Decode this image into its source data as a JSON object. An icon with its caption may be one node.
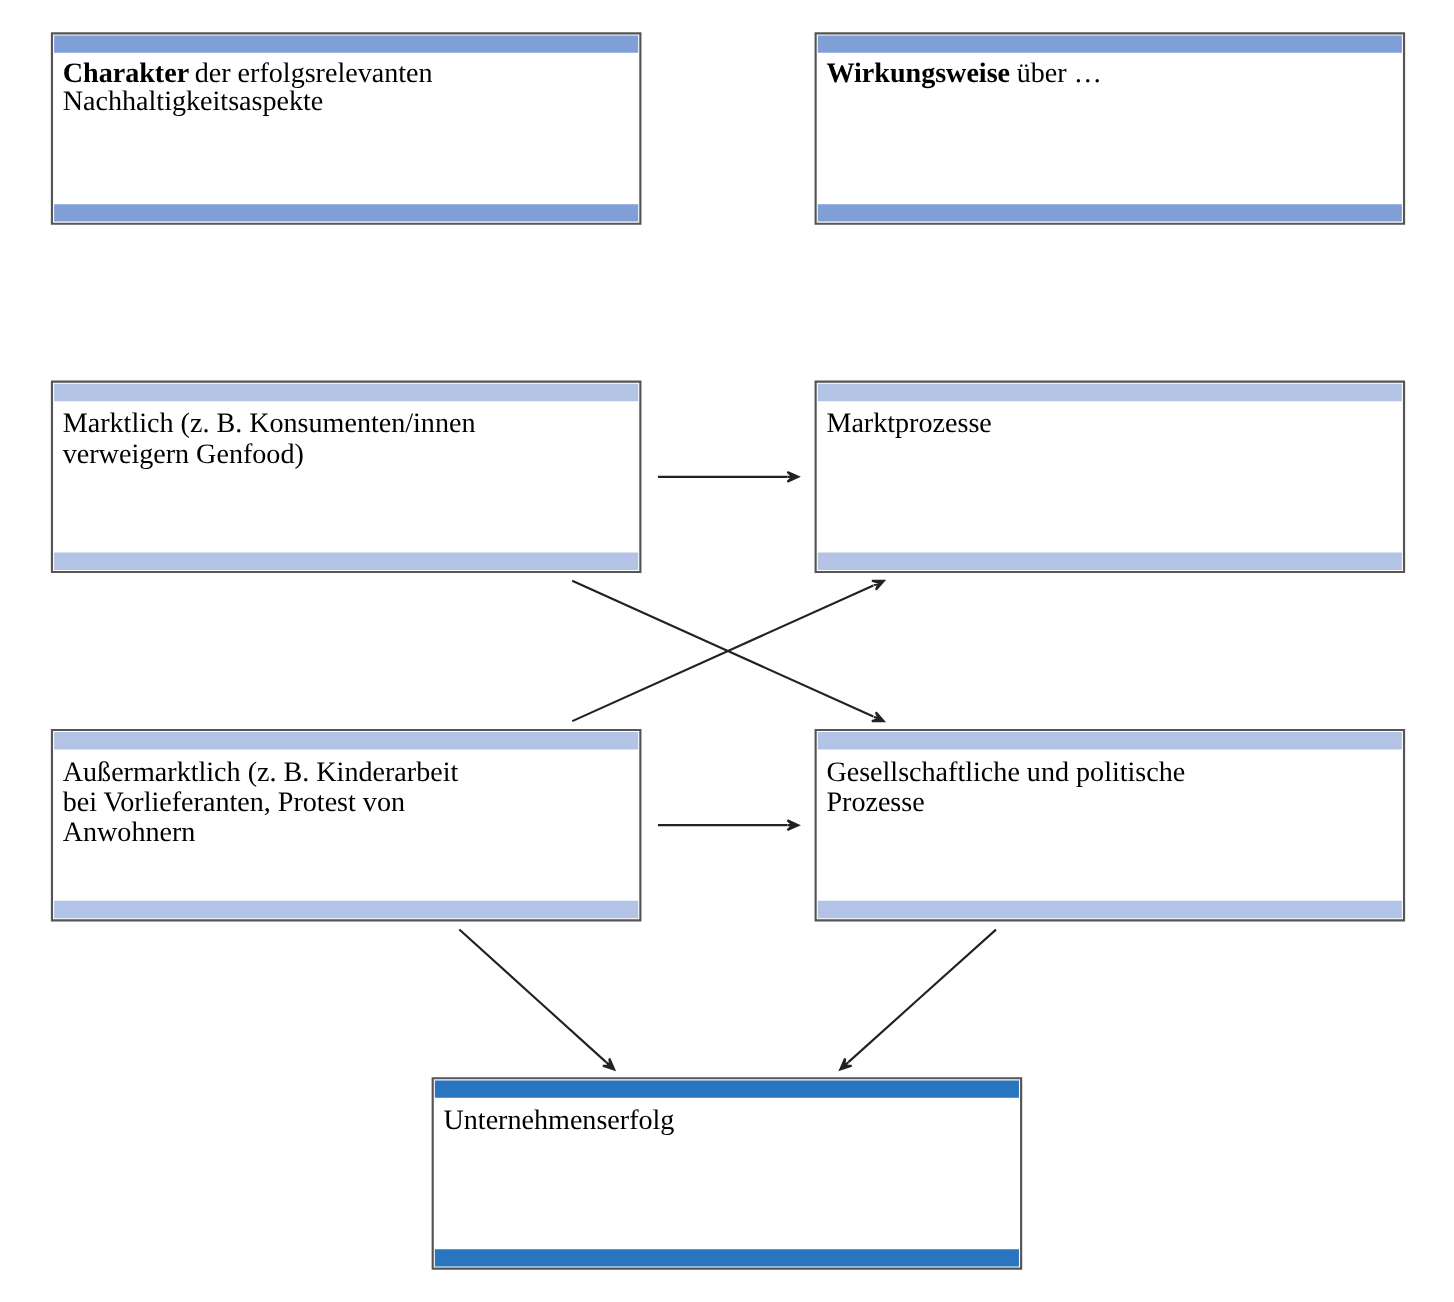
{
  "diagram": {
    "nodes": [
      {
        "text": [
          "**Charakter** der erfolgsrelevanten Nachhaltigkeitsaspekte"
        ]
      },
      {
        "text": [
          "**Wirkungsweise** über …"
        ]
      },
      {
        "text": [
          "Marktlich (z. B. Konsumenten/innen verweigern Genfood)"
        ]
      },
      {
        "text": [
          "Marktprozesse"
        ]
      },
      {
        "text": [
          "Außermarktlich (z. B. Kinderarbeit bei Vorlieferanten, Protest von Anwohnern"
        ]
      },
      {
        "text": [
          "Gesellschaftliche und politische Prozesse"
        ]
      },
      {
        "text": [
          "Unternehmenserfolg"
        ]
      }
    ],
    "edges": [
      {
        "from": 2,
        "to": 3,
        "arrow": "to"
      },
      {
        "from": 2,
        "to": 5,
        "arrow": "to"
      },
      {
        "from": 4,
        "to": 3,
        "arrow": "to"
      },
      {
        "from": 4,
        "to": 5,
        "arrow": "to"
      },
      {
        "from": 4,
        "to": 6,
        "arrow": "to"
      },
      {
        "from": 5,
        "to": 6,
        "arrow": "to"
      }
    ]
  }
}
